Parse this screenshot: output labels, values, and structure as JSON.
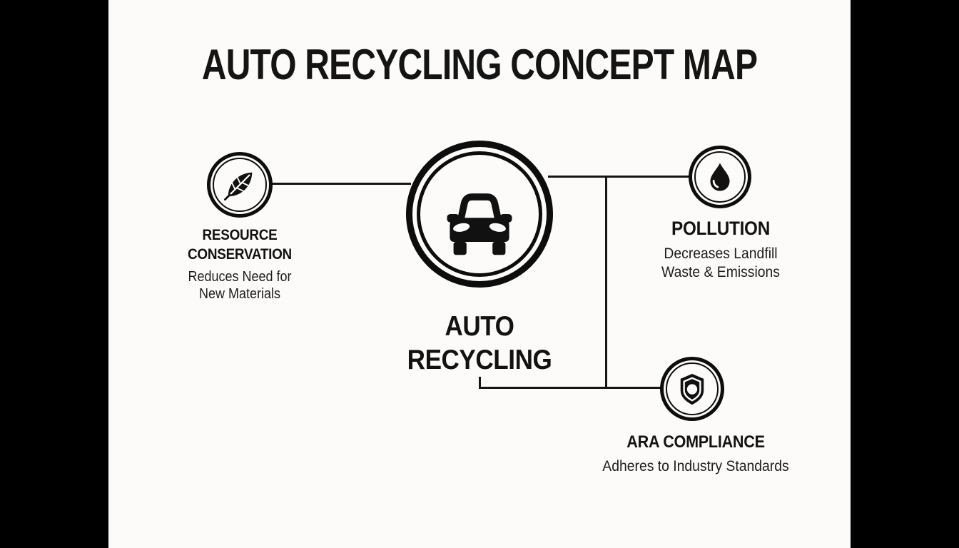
{
  "title": "AUTO RECYCLING CONCEPT MAP",
  "colors": {
    "ink": "#141414",
    "background": "#fcfbf9",
    "frame": "#000000"
  },
  "center_node": {
    "icon": "car-icon",
    "label_lines": [
      "AUTO",
      "RECYCLING"
    ]
  },
  "nodes": [
    {
      "id": "resource-conservation",
      "icon": "leaf-icon",
      "title_lines": [
        "RESOURCE",
        "CONSERVATION"
      ],
      "subtitle_lines": [
        "Reduces Need for",
        "New Materials"
      ]
    },
    {
      "id": "pollution",
      "icon": "water-drop-icon",
      "title_lines": [
        "POLLUTION"
      ],
      "subtitle_lines": [
        "Decreases Landfill",
        "Waste & Emissions"
      ]
    },
    {
      "id": "ara-compliance",
      "icon": "shield-icon",
      "title_lines": [
        "ARA COMPLIANCE"
      ],
      "subtitle_lines": [
        "Adheres to Industry Standards"
      ]
    }
  ]
}
